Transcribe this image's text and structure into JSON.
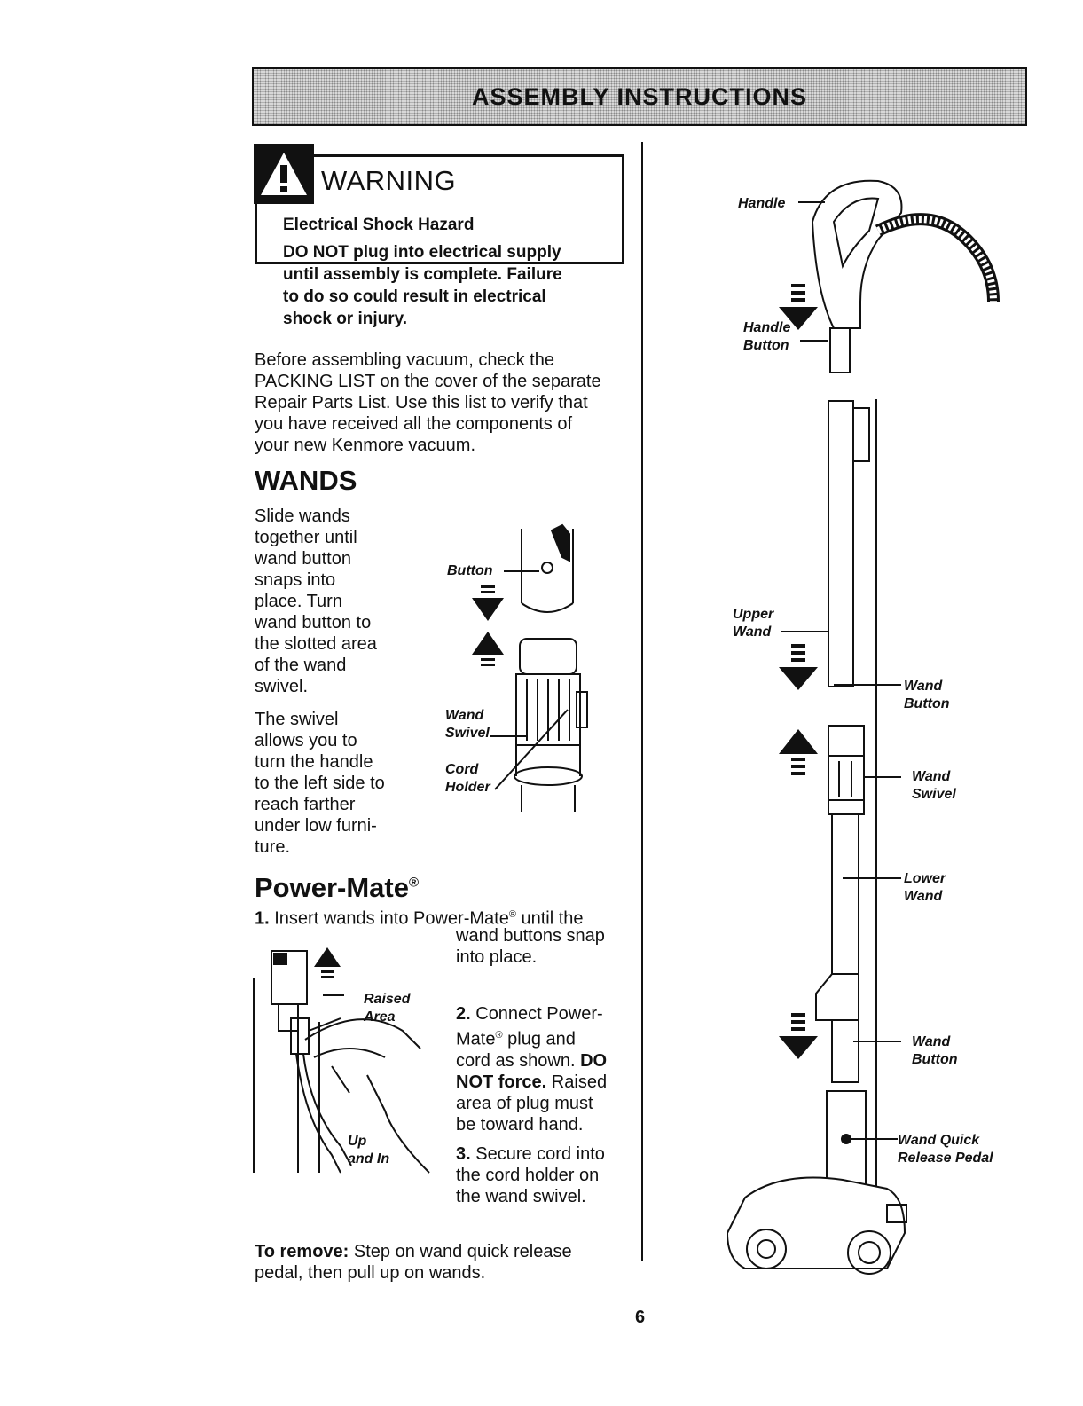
{
  "header": {
    "title": "ASSEMBLY INSTRUCTIONS"
  },
  "warning": {
    "title": "WARNING",
    "subtitle": "Electrical Shock Hazard",
    "lines": [
      "DO NOT plug into electrical supply",
      "until assembly is complete. Failure",
      "to do so could result in electrical",
      "shock or injury."
    ]
  },
  "intro": {
    "lines": [
      "Before assembling vacuum, check the",
      "PACKING LIST on the cover of the separate",
      "Repair Parts List. Use this list to verify that",
      "you have received all the components of",
      "your new Kenmore vacuum."
    ]
  },
  "wands": {
    "heading": "WANDS",
    "p1": [
      "Slide wands",
      "together until",
      "wand button",
      "snaps into",
      "place. Turn",
      "wand button to",
      "the slotted area",
      "of the wand",
      "swivel."
    ],
    "p2": [
      "The swivel",
      "allows you to",
      "turn the handle",
      "to the left side to",
      "reach farther",
      "under low furni-",
      "ture."
    ],
    "callouts": {
      "button": "Button",
      "wand_swivel": [
        "Wand",
        "Swivel"
      ],
      "cord_holder": [
        "Cord",
        "Holder"
      ]
    }
  },
  "powermate": {
    "heading": "Power-Mate",
    "reg": "®",
    "step1_num": "1.",
    "step1_a": "Insert wands into Power-Mate",
    "step1_reg": "®",
    "step1_b": " until the",
    "step1_lines": [
      "wand buttons snap",
      "into place."
    ],
    "step2_num": "2.",
    "step2_a": " Connect Power-",
    "step2_b": "Mate",
    "step2_reg": "®",
    "step2_c": " plug and",
    "step2_d": "cord as shown. ",
    "step2_bold1": "DO",
    "step2_bold2": "NOT force.",
    "step2_e": " Raised",
    "step2_lines": [
      "area of plug must",
      "be toward hand."
    ],
    "step3_num": "3.",
    "step3_a": " Secure cord into",
    "step3_lines": [
      "the cord holder on",
      "the wand swivel."
    ],
    "callouts": {
      "raised_area": [
        "Raised",
        "Area"
      ],
      "up_and_in": [
        "Up",
        "and In"
      ]
    }
  },
  "remove": {
    "label": "To remove:",
    "text_a": " Step on wand quick release",
    "text_b": "pedal, then pull up on wands."
  },
  "diagram": {
    "handle": "Handle",
    "handle_button": [
      "Handle",
      "Button"
    ],
    "upper_wand": [
      "Upper",
      "Wand"
    ],
    "wand_button_1": [
      "Wand",
      "Button"
    ],
    "wand_swivel": [
      "Wand",
      "Swivel"
    ],
    "lower_wand": [
      "Lower",
      "Wand"
    ],
    "wand_button_2": [
      "Wand",
      "Button"
    ],
    "quick_release": [
      "Wand Quick",
      "Release Pedal"
    ]
  },
  "page_number": "6",
  "colors": {
    "ink": "#111111",
    "banner_bg": "#d8d8d8"
  }
}
